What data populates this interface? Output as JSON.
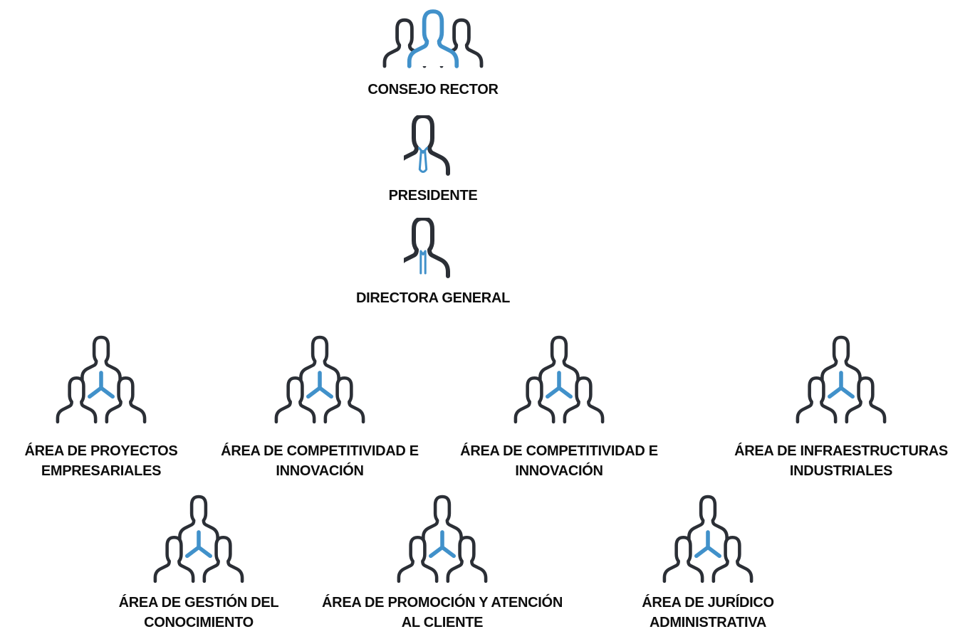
{
  "background_color": "#ffffff",
  "colors": {
    "accent_blue": "#4191ca",
    "icon_dark": "#2b2f36",
    "label_text": "#0d0d0d"
  },
  "org_chart": {
    "levels": [
      {
        "name": "level-1",
        "nodes": [
          {
            "id": "consejo-rector",
            "icon": "council-group-icon",
            "label_lines": [
              "CONSEJO RECTOR"
            ]
          }
        ]
      },
      {
        "name": "level-2",
        "nodes": [
          {
            "id": "presidente",
            "icon": "person-tie-icon",
            "label_lines": [
              "PRESIDENTE"
            ]
          }
        ]
      },
      {
        "name": "level-3",
        "nodes": [
          {
            "id": "directora-general",
            "icon": "person-scarf-icon",
            "label_lines": [
              "DIRECTORA GENERAL"
            ]
          }
        ]
      },
      {
        "name": "level-4",
        "nodes": [
          {
            "id": "area-proyectos-empresariales",
            "icon": "team-icon",
            "label_lines": [
              "ÁREA DE PROYECTOS",
              "EMPRESARIALES"
            ]
          },
          {
            "id": "area-competitividad-innovacion-1",
            "icon": "team-icon",
            "label_lines": [
              "ÁREA DE COMPETITIVIDAD E",
              "INNOVACIÓN"
            ]
          },
          {
            "id": "area-competitividad-innovacion-2",
            "icon": "team-icon",
            "label_lines": [
              "ÁREA DE COMPETITIVIDAD E",
              "INNOVACIÓN"
            ]
          },
          {
            "id": "area-infraestructuras-industriales",
            "icon": "team-icon",
            "label_lines": [
              "ÁREA DE INFRAESTRUCTURAS",
              "INDUSTRIALES"
            ]
          }
        ]
      },
      {
        "name": "level-5",
        "nodes": [
          {
            "id": "area-gestion-conocimiento",
            "icon": "team-icon",
            "label_lines": [
              "ÁREA DE GESTIÓN DEL",
              "CONOCIMIENTO"
            ]
          },
          {
            "id": "area-promocion-atencion-cliente",
            "icon": "team-icon",
            "label_lines": [
              "ÁREA DE PROMOCIÓN Y ATENCIÓN",
              "AL CLIENTE"
            ]
          },
          {
            "id": "area-juridico-administrativa",
            "icon": "team-icon",
            "label_lines": [
              "ÁREA DE JURÍDICO",
              "ADMINISTRATIVA"
            ]
          }
        ]
      }
    ]
  }
}
